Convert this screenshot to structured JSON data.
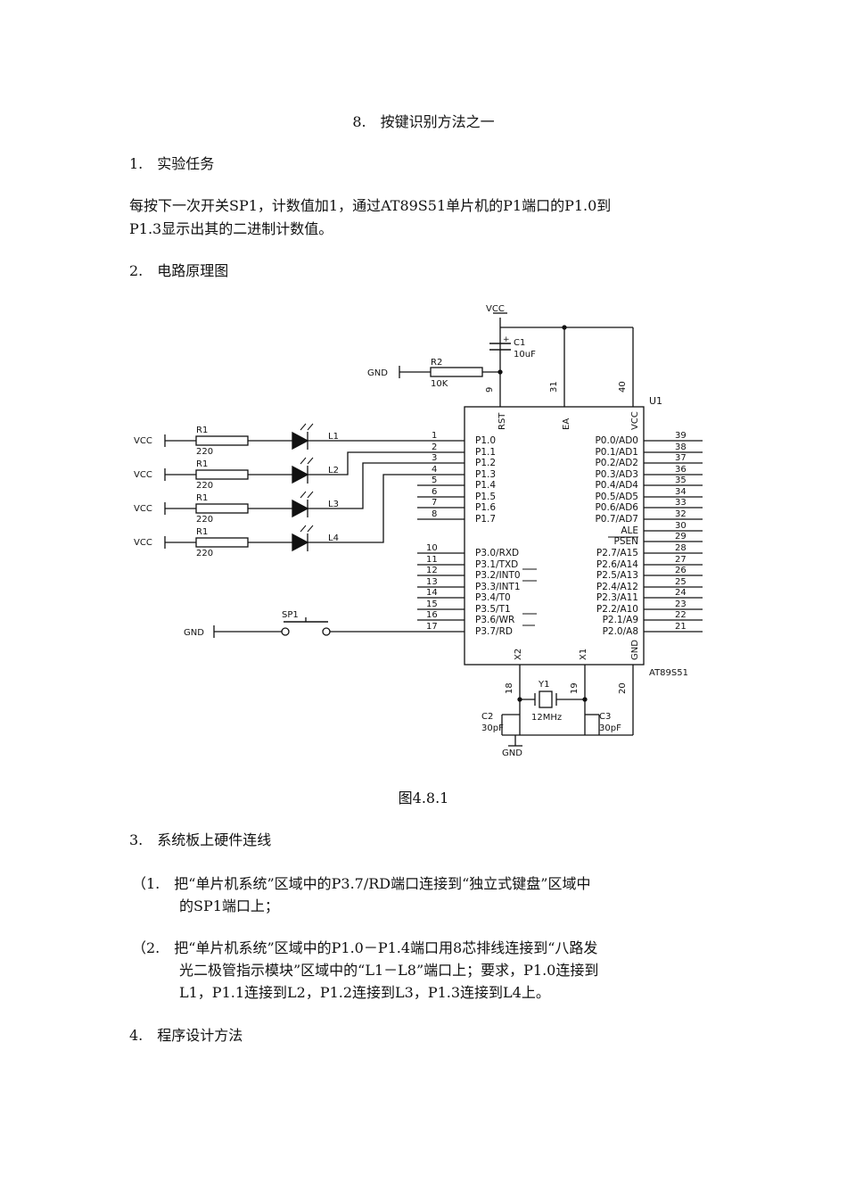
{
  "doc": {
    "title": "8.　按键识别方法之一",
    "s1_heading": "1.　实验任务",
    "s1_line1": "每按下一次开关SP1，计数值加1，通过AT89S51单片机的P1端口的P1.0到",
    "s1_line2": "P1.3显示出其的二进制计数值。",
    "s2_heading": "2.　电路原理图",
    "figure_caption": "图4.8.1",
    "s3_heading": "3.　系统板上硬件连线",
    "item1_line1": "（1.　把“单片机系统”区域中的P3.7/RD端口连接到“独立式键盘”区域中",
    "item1_line2": "的SP1端口上；",
    "item2_line1": "（2.　把“单片机系统”区域中的P1.0－P1.4端口用8芯排线连接到“八路发",
    "item2_line2": "光二极管指示模块”区域中的“L1－L8”端口上；要求，P1.0连接到",
    "item2_line3": "L1，P1.1连接到L2，P1.2连接到L3，P1.3连接到L4上。",
    "s4_heading": "4.　程序设计方法"
  },
  "schematic": {
    "vcc": "VCC",
    "gnd": "GND",
    "u1": "U1",
    "chip": "AT89S51",
    "c1": "C1",
    "c1_val": "10uF",
    "r2": "R2",
    "r2_val": "10K",
    "r1": "R1",
    "r1_val": "220",
    "sp1": "SP1",
    "y1": "Y1",
    "y1_val": "12MHz",
    "c2": "C2",
    "c3": "C3",
    "cap_val": "30pF",
    "leds": [
      "L1",
      "L2",
      "L3",
      "L4"
    ],
    "left_pins": [
      {
        "num": "1",
        "name": "P1.0"
      },
      {
        "num": "2",
        "name": "P1.1"
      },
      {
        "num": "3",
        "name": "P1.2"
      },
      {
        "num": "4",
        "name": "P1.3"
      },
      {
        "num": "5",
        "name": "P1.4"
      },
      {
        "num": "6",
        "name": "P1.5"
      },
      {
        "num": "7",
        "name": "P1.6"
      },
      {
        "num": "8",
        "name": "P1.7"
      },
      {
        "num": "10",
        "name": "P3.0/RXD"
      },
      {
        "num": "11",
        "name": "P3.1/TXD"
      },
      {
        "num": "12",
        "name": "P3.2/INT0"
      },
      {
        "num": "13",
        "name": "P3.3/INT1"
      },
      {
        "num": "14",
        "name": "P3.4/T0"
      },
      {
        "num": "15",
        "name": "P3.5/T1"
      },
      {
        "num": "16",
        "name": "P3.6/WR"
      },
      {
        "num": "17",
        "name": "P3.7/RD"
      }
    ],
    "right_pins": [
      {
        "num": "39",
        "name": "P0.0/AD0"
      },
      {
        "num": "38",
        "name": "P0.1/AD1"
      },
      {
        "num": "37",
        "name": "P0.2/AD2"
      },
      {
        "num": "36",
        "name": "P0.3/AD3"
      },
      {
        "num": "35",
        "name": "P0.4/AD4"
      },
      {
        "num": "34",
        "name": "P0.5/AD5"
      },
      {
        "num": "33",
        "name": "P0.6/AD6"
      },
      {
        "num": "32",
        "name": "P0.7/AD7"
      },
      {
        "num": "30",
        "name": "ALE"
      },
      {
        "num": "29",
        "name": "PSEN"
      },
      {
        "num": "28",
        "name": "P2.7/A15"
      },
      {
        "num": "27",
        "name": "P2.6/A14"
      },
      {
        "num": "26",
        "name": "P2.5/A13"
      },
      {
        "num": "25",
        "name": "P2.4/A12"
      },
      {
        "num": "24",
        "name": "P2.3/A11"
      },
      {
        "num": "23",
        "name": "P2.2/A10"
      },
      {
        "num": "22",
        "name": "P2.1/A9"
      },
      {
        "num": "21",
        "name": "P2.0/A8"
      }
    ],
    "top_pins": [
      {
        "num": "9",
        "name": "RST"
      },
      {
        "num": "31",
        "name": "EA"
      },
      {
        "num": "40",
        "name": "VCC"
      }
    ],
    "bottom_pins": [
      {
        "num": "18",
        "name": "X2"
      },
      {
        "num": "19",
        "name": "X1"
      },
      {
        "num": "20",
        "name": "GND"
      }
    ]
  }
}
